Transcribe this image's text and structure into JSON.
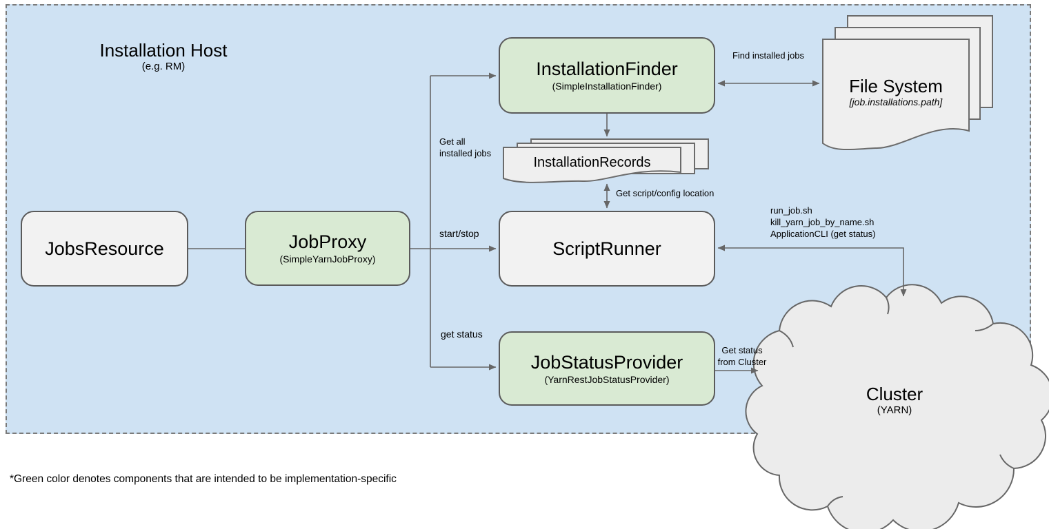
{
  "diagram": {
    "host": {
      "title": "Installation Host",
      "subtitle": "(e.g. RM)"
    },
    "nodes": {
      "jobs_resource": {
        "title": "JobsResource"
      },
      "job_proxy": {
        "title": "JobProxy",
        "subtitle": "(SimpleYarnJobProxy)"
      },
      "installation_finder": {
        "title": "InstallationFinder",
        "subtitle": "(SimpleInstallationFinder)"
      },
      "script_runner": {
        "title": "ScriptRunner"
      },
      "job_status_provider": {
        "title": "JobStatusProvider",
        "subtitle": "(YarnRestJobStatusProvider)"
      },
      "installation_records": {
        "title": "InstallationRecords"
      },
      "file_system": {
        "title": "File System",
        "subtitle": "[job.installations.path]"
      },
      "cluster": {
        "title": "Cluster",
        "subtitle": "(YARN)"
      }
    },
    "edge_labels": {
      "get_all_installed_jobs": "Get all\ninstalled jobs",
      "start_stop": "start/stop",
      "get_status": "get status",
      "find_installed_jobs": "Find installed jobs",
      "get_script_config_location": "Get script/config location",
      "cluster_scripts": "run_job.sh\nkill_yarn_job_by_name.sh\nApplicationCLI (get status)",
      "get_status_from_cluster": "Get status\nfrom Cluster"
    },
    "edges": [
      {
        "from": "JobsResource",
        "to": "JobProxy",
        "label": ""
      },
      {
        "from": "JobProxy",
        "to": "InstallationFinder",
        "label": "Get all installed jobs"
      },
      {
        "from": "JobProxy",
        "to": "ScriptRunner",
        "label": "start/stop"
      },
      {
        "from": "JobProxy",
        "to": "JobStatusProvider",
        "label": "get status"
      },
      {
        "from": "InstallationFinder",
        "to": "File System",
        "label": "Find installed jobs",
        "direction": "both"
      },
      {
        "from": "InstallationFinder",
        "to": "InstallationRecords",
        "label": ""
      },
      {
        "from": "InstallationRecords",
        "to": "ScriptRunner",
        "label": "Get script/config location",
        "direction": "both"
      },
      {
        "from": "ScriptRunner",
        "to": "Cluster",
        "label": "run_job.sh kill_yarn_job_by_name.sh ApplicationCLI (get status)",
        "direction": "both"
      },
      {
        "from": "JobStatusProvider",
        "to": "Cluster",
        "label": "Get status from Cluster"
      }
    ],
    "footnote": "*Green color denotes components that are intended to be implementation-specific",
    "colors": {
      "host_fill": "#cfe2f3",
      "implementation_specific_fill": "#d9ead3",
      "component_fill": "#f2f2f2",
      "document_fill": "#efefef",
      "cloud_fill": "#ececec",
      "box_stroke": "#5a5a5a",
      "connector": "#666666",
      "dashed_border": "#7b7b7b"
    }
  }
}
